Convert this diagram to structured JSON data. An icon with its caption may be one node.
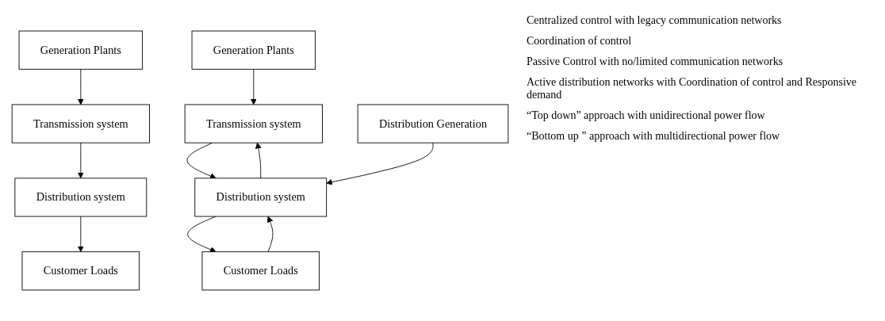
{
  "diagram": {
    "nodes": [
      {
        "text": [
          "Generation Plants"
        ]
      },
      {
        "text": [
          "Transmission system"
        ]
      },
      {
        "text": [
          "Distribution system"
        ]
      },
      {
        "text": [
          "Customer Loads"
        ]
      },
      {
        "text": [
          "Generation Plants"
        ]
      },
      {
        "text": [
          "Transmission system"
        ]
      },
      {
        "text": [
          "Distribution Generation"
        ]
      },
      {
        "text": [
          "Distribution system"
        ]
      },
      {
        "text": [
          "Customer Loads"
        ]
      }
    ],
    "edges": [
      {
        "from": 0,
        "to": 1,
        "arrow": "to"
      },
      {
        "from": 1,
        "to": 2,
        "arrow": "to"
      },
      {
        "from": 2,
        "to": 3,
        "arrow": "to"
      },
      {
        "from": 4,
        "to": 5,
        "arrow": "to"
      },
      {
        "from": 5,
        "to": 7,
        "arrow": "to"
      },
      {
        "from": 7,
        "to": 5,
        "arrow": "to"
      },
      {
        "from": 6,
        "to": 7,
        "arrow": "to"
      },
      {
        "from": 7,
        "to": 8,
        "arrow": "to"
      },
      {
        "from": 8,
        "to": 7,
        "arrow": "to"
      }
    ],
    "labels": [
      "Centralized control with legacy communication networks",
      "Coordination of control",
      "Passive Control with no/limited communication networks",
      "Active distribution networks with Coordination of control and Responsive demand",
      "“Top down” approach with unidirectional power flow",
      "“Bottom up ” approach with multidirectional power flow"
    ]
  }
}
